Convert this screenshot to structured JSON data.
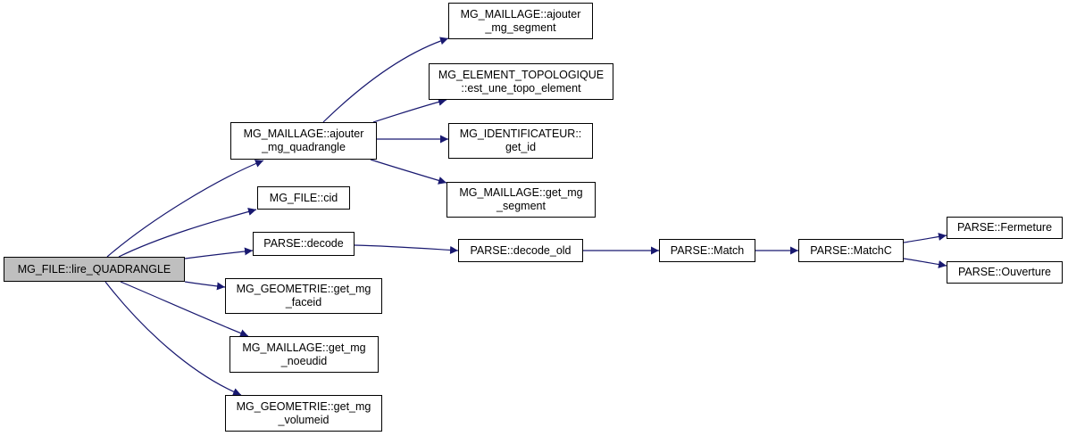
{
  "diagram": {
    "type": "call-graph",
    "edge_color": "#191970",
    "root_fill": "#bfbfbf",
    "nodes": [
      {
        "id": "lire_quadrangle",
        "lines": [
          "MG_FILE::lire_QUADRANGLE"
        ],
        "root": true
      },
      {
        "id": "ajouter_mg_quadrangle",
        "lines": [
          "MG_MAILLAGE::ajouter",
          "_mg_quadrangle"
        ]
      },
      {
        "id": "cid",
        "lines": [
          "MG_FILE::cid"
        ]
      },
      {
        "id": "decode",
        "lines": [
          "PARSE::decode"
        ]
      },
      {
        "id": "get_mg_faceid",
        "lines": [
          "MG_GEOMETRIE::get_mg",
          "_faceid"
        ]
      },
      {
        "id": "get_mg_noeudid",
        "lines": [
          "MG_MAILLAGE::get_mg",
          "_noeudid"
        ]
      },
      {
        "id": "get_mg_volumeid",
        "lines": [
          "MG_GEOMETRIE::get_mg",
          "_volumeid"
        ]
      },
      {
        "id": "ajouter_mg_segment",
        "lines": [
          "MG_MAILLAGE::ajouter",
          "_mg_segment"
        ]
      },
      {
        "id": "est_une_topo_element",
        "lines": [
          "MG_ELEMENT_TOPOLOGIQUE",
          "::est_une_topo_element"
        ]
      },
      {
        "id": "get_id",
        "lines": [
          "MG_IDENTIFICATEUR::",
          "get_id"
        ]
      },
      {
        "id": "get_mg_segment",
        "lines": [
          "MG_MAILLAGE::get_mg",
          "_segment"
        ]
      },
      {
        "id": "decode_old",
        "lines": [
          "PARSE::decode_old"
        ]
      },
      {
        "id": "match",
        "lines": [
          "PARSE::Match"
        ]
      },
      {
        "id": "matchc",
        "lines": [
          "PARSE::MatchC"
        ]
      },
      {
        "id": "fermeture",
        "lines": [
          "PARSE::Fermeture"
        ]
      },
      {
        "id": "ouverture",
        "lines": [
          "PARSE::Ouverture"
        ]
      }
    ],
    "edges": [
      {
        "from": "lire_quadrangle",
        "to": "ajouter_mg_quadrangle"
      },
      {
        "from": "lire_quadrangle",
        "to": "cid"
      },
      {
        "from": "lire_quadrangle",
        "to": "decode"
      },
      {
        "from": "lire_quadrangle",
        "to": "get_mg_faceid"
      },
      {
        "from": "lire_quadrangle",
        "to": "get_mg_noeudid"
      },
      {
        "from": "lire_quadrangle",
        "to": "get_mg_volumeid"
      },
      {
        "from": "ajouter_mg_quadrangle",
        "to": "ajouter_mg_segment"
      },
      {
        "from": "ajouter_mg_quadrangle",
        "to": "est_une_topo_element"
      },
      {
        "from": "ajouter_mg_quadrangle",
        "to": "get_id"
      },
      {
        "from": "ajouter_mg_quadrangle",
        "to": "get_mg_segment"
      },
      {
        "from": "decode",
        "to": "decode_old"
      },
      {
        "from": "decode_old",
        "to": "match"
      },
      {
        "from": "match",
        "to": "matchc"
      },
      {
        "from": "matchc",
        "to": "fermeture"
      },
      {
        "from": "matchc",
        "to": "ouverture"
      }
    ]
  }
}
